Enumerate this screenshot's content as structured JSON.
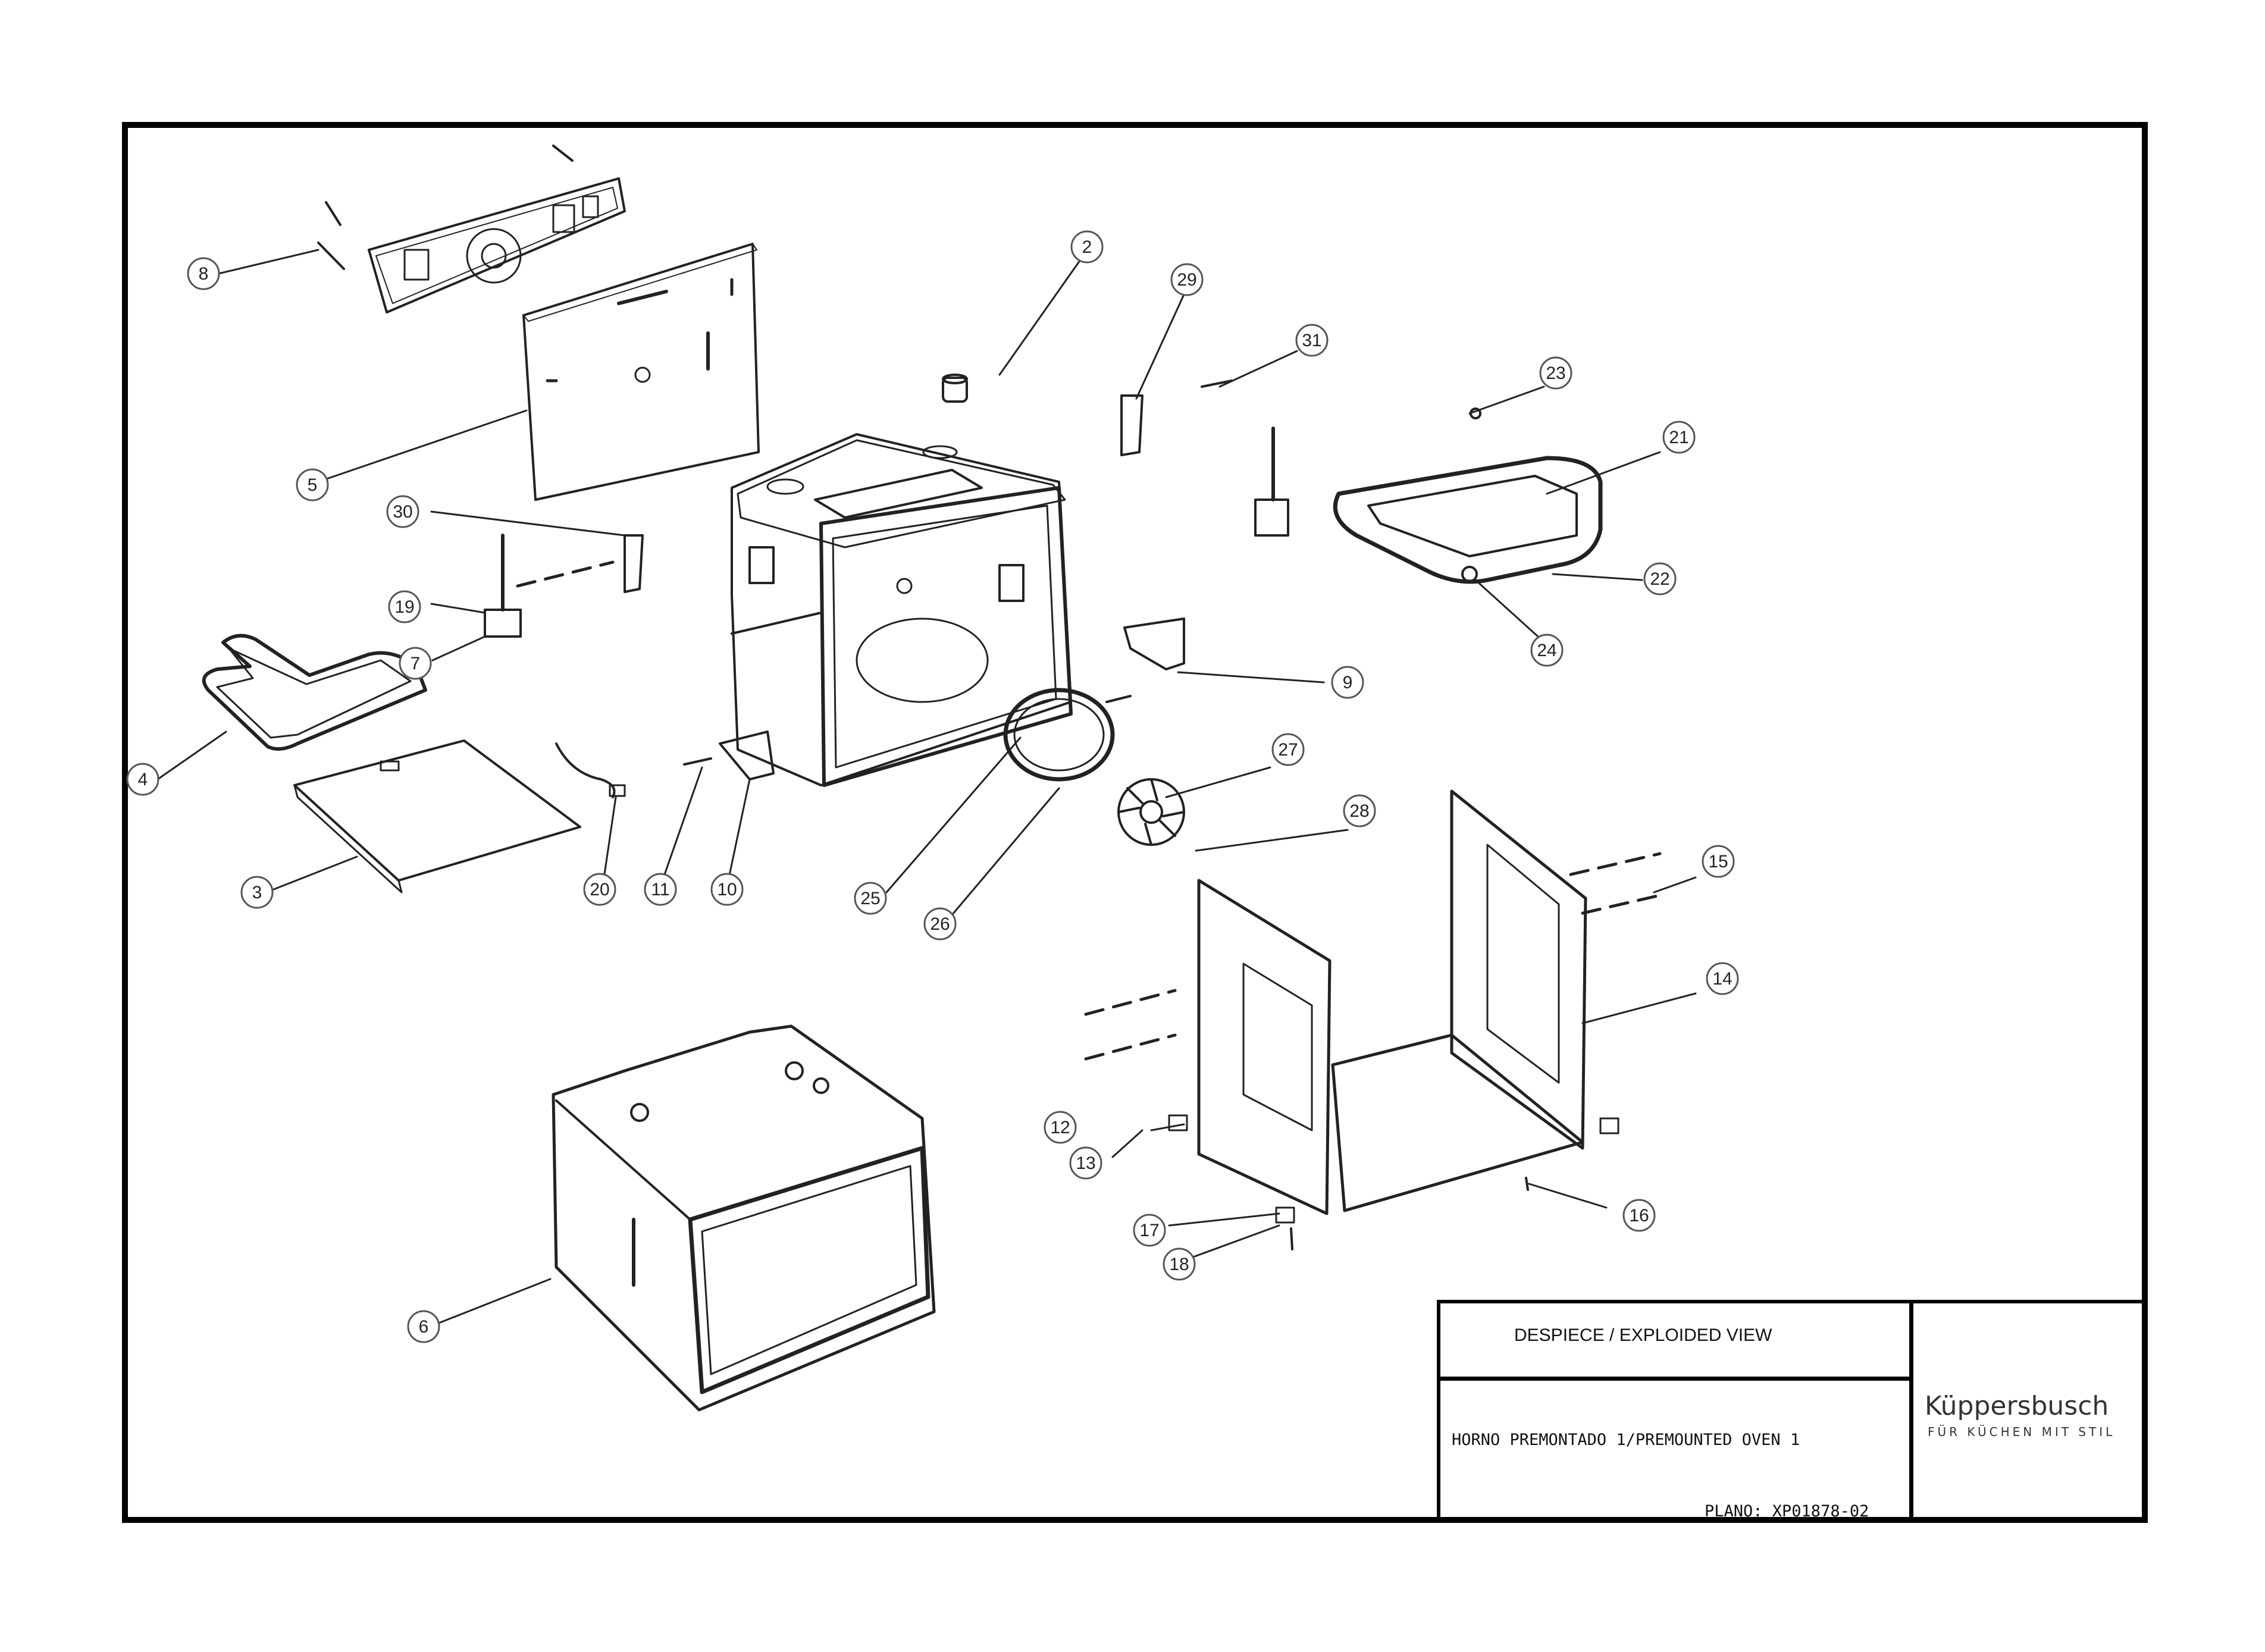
{
  "title_block": {
    "view_title": "DESPIECE / EXPLOIDED VIEW",
    "assembly_name": "HORNO PREMONTADO 1/PREMOUNTED OVEN 1",
    "plan_number": "PLANO: XP01878-02",
    "brand_name": "Küppersbusch",
    "brand_tagline": "FÜR KÜCHEN MIT STIL"
  },
  "callouts": [
    "2",
    "3",
    "4",
    "5",
    "6",
    "7",
    "8",
    "9",
    "10",
    "11",
    "12",
    "13",
    "14",
    "15",
    "16",
    "17",
    "18",
    "19",
    "20",
    "21",
    "22",
    "23",
    "24",
    "25",
    "26",
    "27",
    "28",
    "29",
    "30",
    "31"
  ]
}
